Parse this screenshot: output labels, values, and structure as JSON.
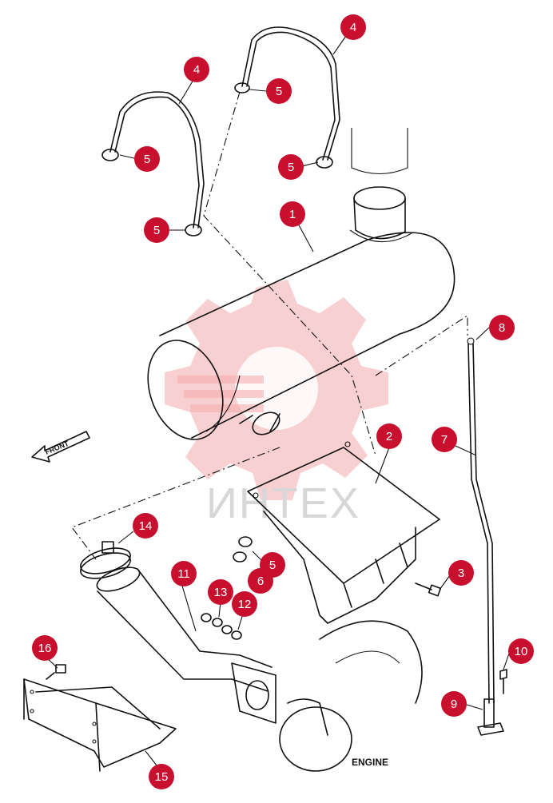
{
  "watermark": {
    "text": "ИНТЕХ",
    "color": "#f4a9ac"
  },
  "labels": {
    "front": "FRONT",
    "engine": "ENGINE"
  },
  "callouts": [
    {
      "id": "c4a",
      "number": "4"
    },
    {
      "id": "c4b",
      "number": "4"
    },
    {
      "id": "c5a",
      "number": "5"
    },
    {
      "id": "c5b",
      "number": "5"
    },
    {
      "id": "c5c",
      "number": "5"
    },
    {
      "id": "c5d",
      "number": "5"
    },
    {
      "id": "c1",
      "number": "1"
    },
    {
      "id": "c8",
      "number": "8"
    },
    {
      "id": "c2",
      "number": "2"
    },
    {
      "id": "c7",
      "number": "7"
    },
    {
      "id": "c14",
      "number": "14"
    },
    {
      "id": "c5e",
      "number": "5"
    },
    {
      "id": "c6",
      "number": "6"
    },
    {
      "id": "c3",
      "number": "3"
    },
    {
      "id": "c11",
      "number": "11"
    },
    {
      "id": "c13",
      "number": "13"
    },
    {
      "id": "c12",
      "number": "12"
    },
    {
      "id": "c16",
      "number": "16"
    },
    {
      "id": "c10",
      "number": "10"
    },
    {
      "id": "c9",
      "number": "9"
    },
    {
      "id": "c15",
      "number": "15"
    }
  ],
  "colors": {
    "callout": "#c8102e",
    "ink": "#111111"
  }
}
